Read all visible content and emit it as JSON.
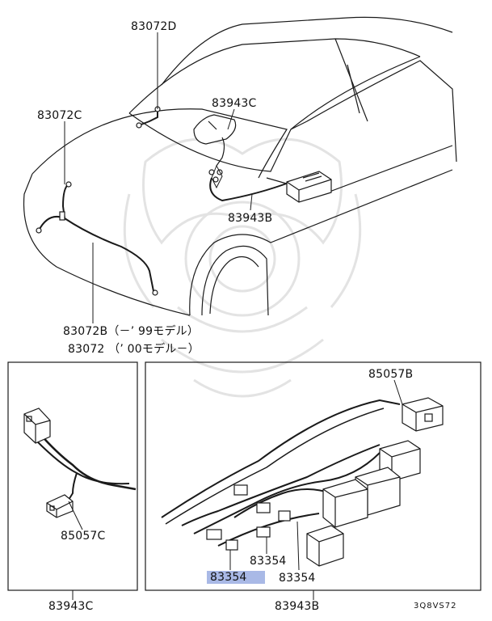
{
  "labels": {
    "washer_nozzle_hood": "83072D",
    "washer_hose_front": "83072C",
    "roof_harness_top": "83943C",
    "roof_harness_main": "83943B",
    "washer_hose_99": "83072B（－’ 99モデル）",
    "washer_hose_00": "83072 （’ 00モデル－）",
    "detail_left_connector": "85057C",
    "detail_right_connector": "85057B",
    "detail_right_part_a": "83354",
    "detail_right_part_b": "83354",
    "detail_right_part_highlight": "83354",
    "detail_left_caption": "83943C",
    "detail_right_caption": "83943B",
    "drawing_code": "3Q8VS72"
  },
  "colors": {
    "line": "#1a1a1a",
    "highlight": "#a9b9e6",
    "watermark": "#e2e2e2"
  },
  "icons": {
    "watermark": "samurai-helmet-watermark"
  }
}
